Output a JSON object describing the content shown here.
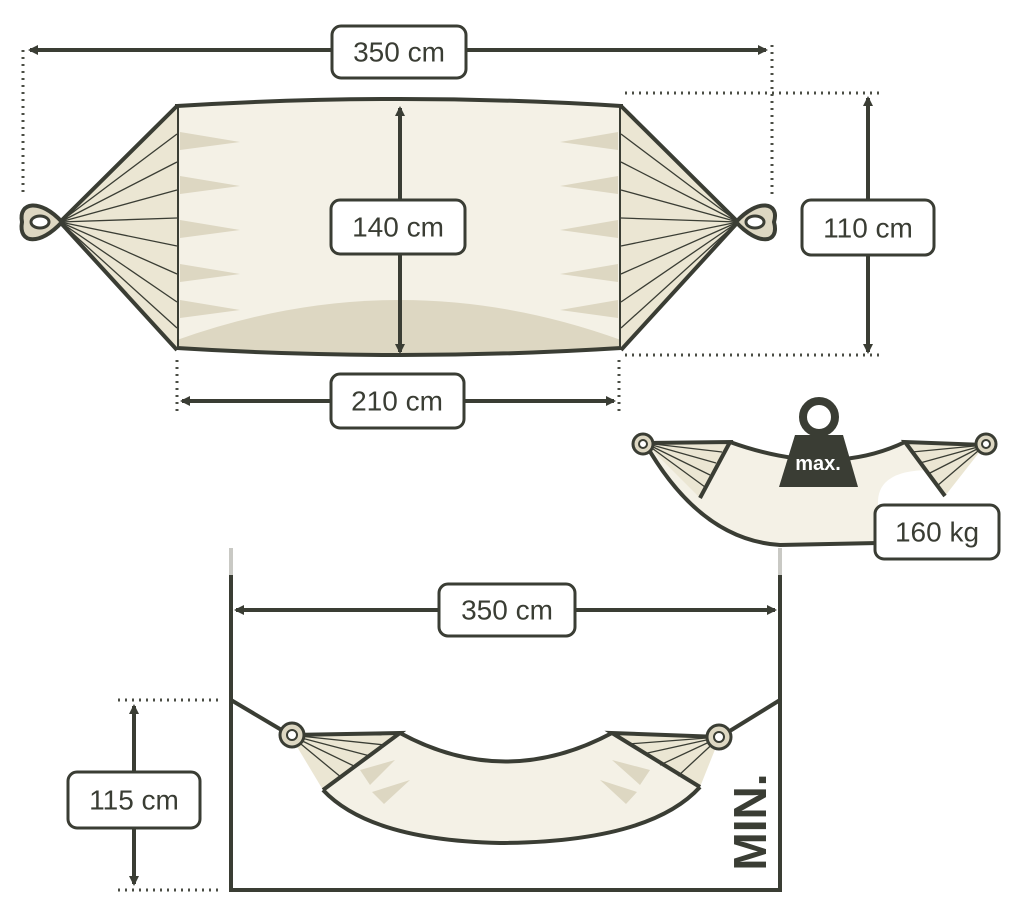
{
  "colors": {
    "ink": "#3a3d34",
    "cloth": "#f4f1e6",
    "shade": "#ddd7c2",
    "background": "#ffffff"
  },
  "top_view": {
    "total_length": "350 cm",
    "fabric_width": "140 cm",
    "height": "110 cm",
    "fabric_length": "210 cm"
  },
  "load": {
    "weight_icon": "weight-icon",
    "weight_text": "max.",
    "max_load": "160 kg"
  },
  "mounting": {
    "distance": "350 cm",
    "height": "115 cm",
    "min_text": "MIN."
  }
}
